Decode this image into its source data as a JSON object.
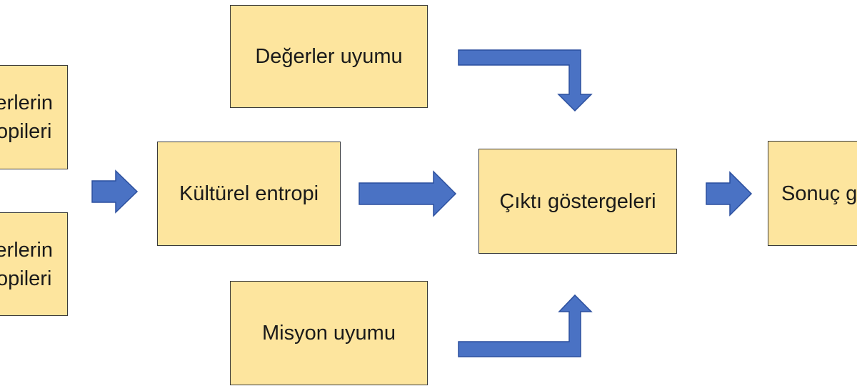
{
  "colors": {
    "box_fill": "#fde59e",
    "box_border": "#3a3a3a",
    "arrow_fill": "#4a72c4",
    "arrow_stroke": "#2b4f9e"
  },
  "boxes": {
    "left_top": {
      "line1": "erlerin",
      "line2": "opileri"
    },
    "left_bottom": {
      "line1": "erlerin",
      "line2": "opileri"
    },
    "kulturel": {
      "label": "Kültürel entropi"
    },
    "degerler": {
      "label": "Değerler uyumu"
    },
    "misyon": {
      "label": "Misyon uyumu"
    },
    "cikti": {
      "label": "Çıktı göstergeleri"
    },
    "sonuc": {
      "label": "Sonuç g"
    }
  }
}
